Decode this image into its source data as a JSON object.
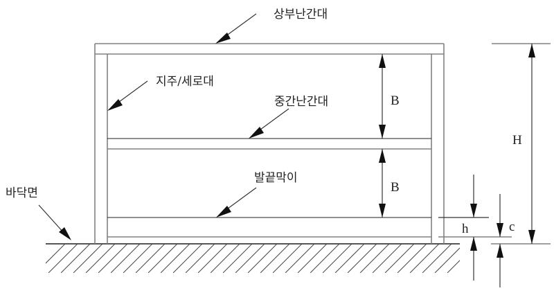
{
  "diagram": {
    "labels": {
      "top_rail": "상부난간대",
      "post": "지주/세로대",
      "mid_rail": "중간난간대",
      "toe_board": "발끝막이",
      "floor": "바닥면"
    },
    "dimensions": {
      "upper_spacing": "B",
      "lower_spacing": "B",
      "total_height": "H",
      "toe_board_height": "h",
      "gap": "c"
    },
    "colors": {
      "line": "#333333",
      "frame_gray": "#808080",
      "background": "#ffffff"
    }
  }
}
